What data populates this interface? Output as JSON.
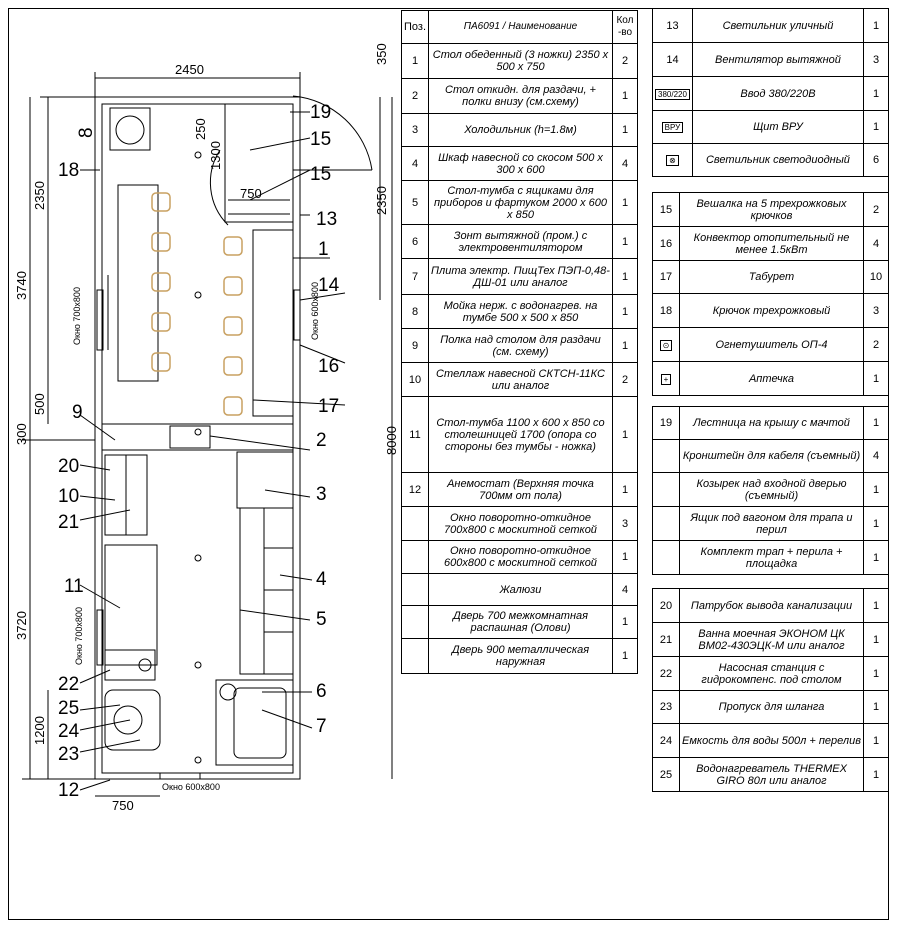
{
  "dimensions": {
    "top_width": "2450",
    "left_upper": "2350",
    "left_total_upper": "3740",
    "left_500": "500",
    "left_300": "300",
    "left_lower": "3720",
    "left_1200": "1200",
    "right_350": "350",
    "right_2350": "2350",
    "right_8000": "8000",
    "bottom_750": "750",
    "inner_250": "250",
    "inner_1300": "1300",
    "inner_750": "750"
  },
  "windows": {
    "w1": "Окно 700х800",
    "w2": "Окно 600х800",
    "w3": "Окно 700х800",
    "w4": "Окно 600х800"
  },
  "callouts": [
    "1",
    "2",
    "3",
    "4",
    "5",
    "6",
    "7",
    "8",
    "9",
    "10",
    "11",
    "12",
    "13",
    "14",
    "15",
    "15",
    "16",
    "17",
    "18",
    "19",
    "20",
    "21",
    "22",
    "23",
    "24",
    "25"
  ],
  "table1": {
    "headers": {
      "pos": "Поз.",
      "name": "ПА6091 / Наименование",
      "qty": "Кол -во"
    },
    "rows": [
      {
        "n": "1",
        "name": "Стол обеденный (3 ножки) 2350 х 500 х 750",
        "q": "2"
      },
      {
        "n": "2",
        "name": "Стол откидн. для раздачи, + полки внизу (см.схему)",
        "q": "1"
      },
      {
        "n": "3",
        "name": "Холодильник (h=1.8м)",
        "q": "1"
      },
      {
        "n": "4",
        "name": "Шкаф навесной со скосом 500 х 300 х 600",
        "q": "4"
      },
      {
        "n": "5",
        "name": "Стол-тумба с ящиками для приборов и фартуком 2000 х 600 х 850",
        "q": "1"
      },
      {
        "n": "6",
        "name": "Зонт вытяжной (пром.) с электровентилятором",
        "q": "1"
      },
      {
        "n": "7",
        "name": "Плита электр. ПищТех ПЭП-0,48-ДШ-01 или аналог",
        "q": "1"
      },
      {
        "n": "8",
        "name": "Мойка нерж. с водонагрев. на тумбе 500 х 500 х 850",
        "q": "1"
      },
      {
        "n": "9",
        "name": "Полка над столом для раздачи (см. схему)",
        "q": "1"
      },
      {
        "n": "10",
        "name": "Стеллаж навесной СКТСН-11КС или аналог",
        "q": "2"
      },
      {
        "n": "11",
        "name": "Стол-тумба 1100 х 600 х 850 со столешницей 1700 (опора со стороны без тумбы - ножка)",
        "q": "1"
      },
      {
        "n": "12",
        "name": "Анемостат (Верхняя точка 700мм от пола)",
        "q": "1"
      },
      {
        "n": "",
        "name": "Окно поворотно-откидное 700х800 с москитной сеткой",
        "q": "3"
      },
      {
        "n": "",
        "name": "Окно поворотно-откидное 600х800 с москитной сеткой",
        "q": "1"
      },
      {
        "n": "",
        "name": "Жалюзи",
        "q": "4"
      },
      {
        "n": "",
        "name": "Дверь 700 межкомнатная распашная (Олови)",
        "q": "1"
      },
      {
        "n": "",
        "name": "Дверь 900 металлическая наружная",
        "q": "1"
      }
    ]
  },
  "table2": {
    "rows": [
      {
        "n": "13",
        "name": "Светильник уличный",
        "q": "1"
      },
      {
        "n": "14",
        "name": "Вентилятор вытяжной",
        "q": "3"
      },
      {
        "n": "",
        "sym": "380/220",
        "name": "Ввод 380/220В",
        "q": "1"
      },
      {
        "n": "",
        "sym": "ВРУ",
        "name": "Щит ВРУ",
        "q": "1"
      },
      {
        "n": "",
        "sym": "⊗",
        "name": "Светильник светодиодный",
        "q": "6"
      }
    ]
  },
  "table3": {
    "rows": [
      {
        "n": "15",
        "name": "Вешалка на 5 трехрожковых крючков",
        "q": "2"
      },
      {
        "n": "16",
        "name": "Конвектор отопительный не менее 1.5кВт",
        "q": "4"
      },
      {
        "n": "17",
        "name": "Табурет",
        "q": "10"
      },
      {
        "n": "18",
        "name": "Крючок трехрожковый",
        "q": "3"
      },
      {
        "n": "",
        "sym": "⊙",
        "name": "Огнетушитель ОП-4",
        "q": "2"
      },
      {
        "n": "",
        "sym": "+",
        "name": "Аптечка",
        "q": "1"
      }
    ]
  },
  "table4": {
    "rows": [
      {
        "n": "19",
        "name": "Лестница на крышу с мачтой",
        "q": "1"
      },
      {
        "n": "",
        "name": "Кронштейн для кабеля (съемный)",
        "q": "4"
      },
      {
        "n": "",
        "name": "Козырек над входной дверью (съемный)",
        "q": "1"
      },
      {
        "n": "",
        "name": "Ящик под вагоном для трапа и перил",
        "q": "1"
      },
      {
        "n": "",
        "name": "Комплект трап + перила + площадка",
        "q": "1"
      }
    ]
  },
  "table5": {
    "rows": [
      {
        "n": "20",
        "name": "Патрубок вывода канализации",
        "q": "1"
      },
      {
        "n": "21",
        "name": "Ванна моечная ЭКОНОМ ЦК ВМ02-430ЭЦК-М или аналог",
        "q": "1"
      },
      {
        "n": "22",
        "name": "Насосная станция с гидрокомпенс. под столом",
        "q": "1"
      },
      {
        "n": "23",
        "name": "Пропуск для шланга",
        "q": "1"
      },
      {
        "n": "24",
        "name": "Емкость для воды 500л + перелив",
        "q": "1"
      },
      {
        "n": "25",
        "name": "Водонагреватель THERMEX GIRO 80л или аналог",
        "q": "1"
      }
    ]
  },
  "colors": {
    "line": "#000000",
    "stool": "#c8a060",
    "paper": "#ffffff"
  }
}
